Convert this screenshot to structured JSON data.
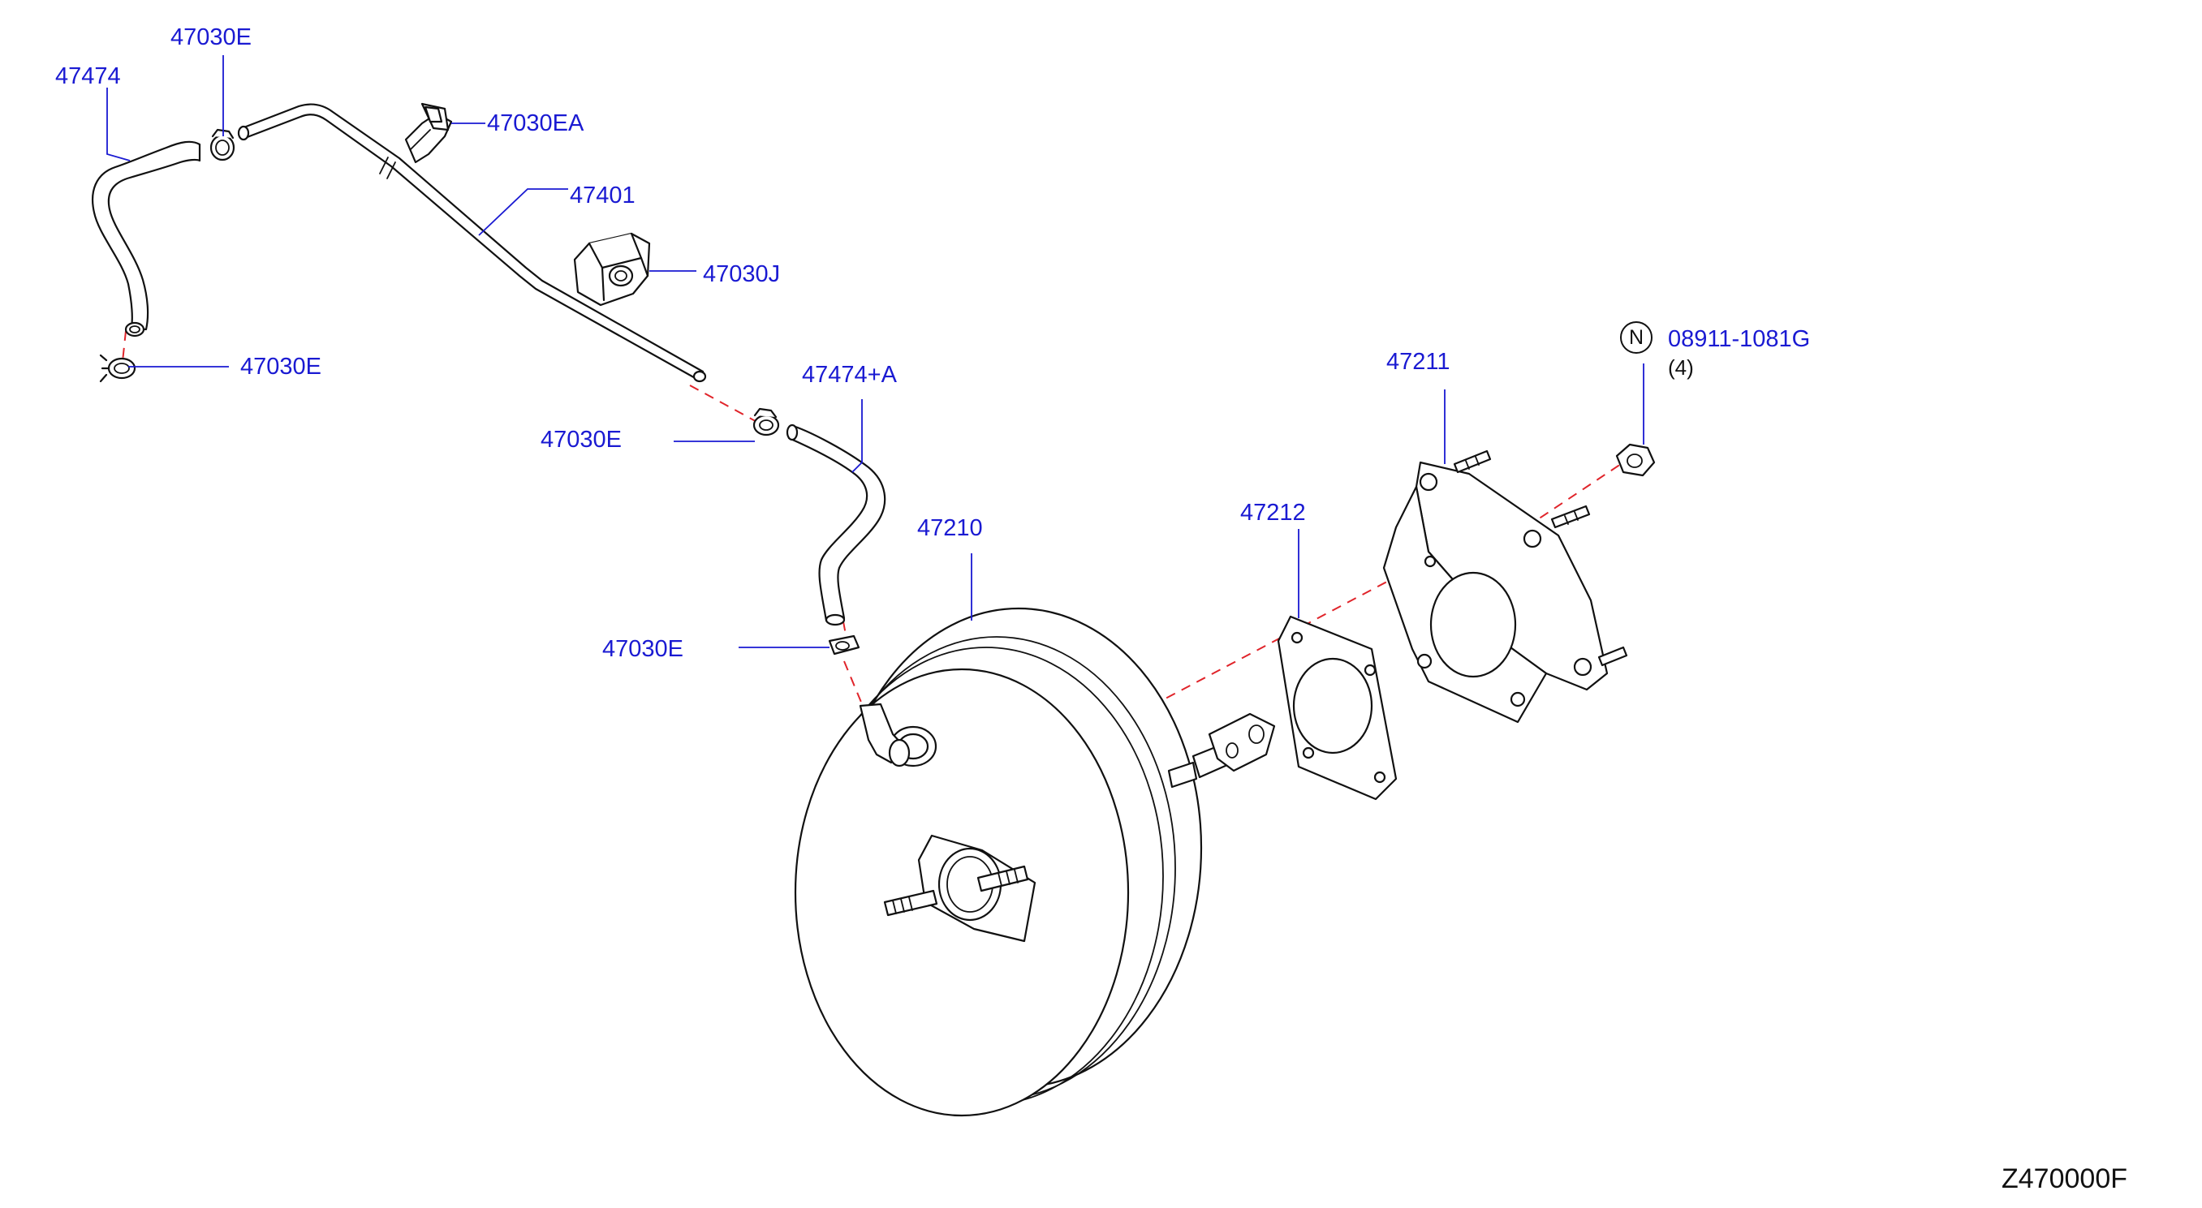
{
  "diagram": {
    "code": "Z470000F",
    "callouts": {
      "hose_top_left": "47474",
      "clamp_top": "47030E",
      "clamp_left": "47030E",
      "connector": "47030EA",
      "tube": "47401",
      "bracket": "47030J",
      "hose_right": "47474+A",
      "clamp_mid": "47030E",
      "clamp_lower": "47030E",
      "booster": "47210",
      "gasket": "47212",
      "spacer_plate": "47211",
      "nut": "08911-1081G",
      "nut_qty": "(4)",
      "nut_badge": "N"
    },
    "colors": {
      "callout_text": "#1a1ad2",
      "leader_line": "#1a1ad2",
      "dashed_axis": "#e0242a",
      "linework": "#111111"
    }
  }
}
